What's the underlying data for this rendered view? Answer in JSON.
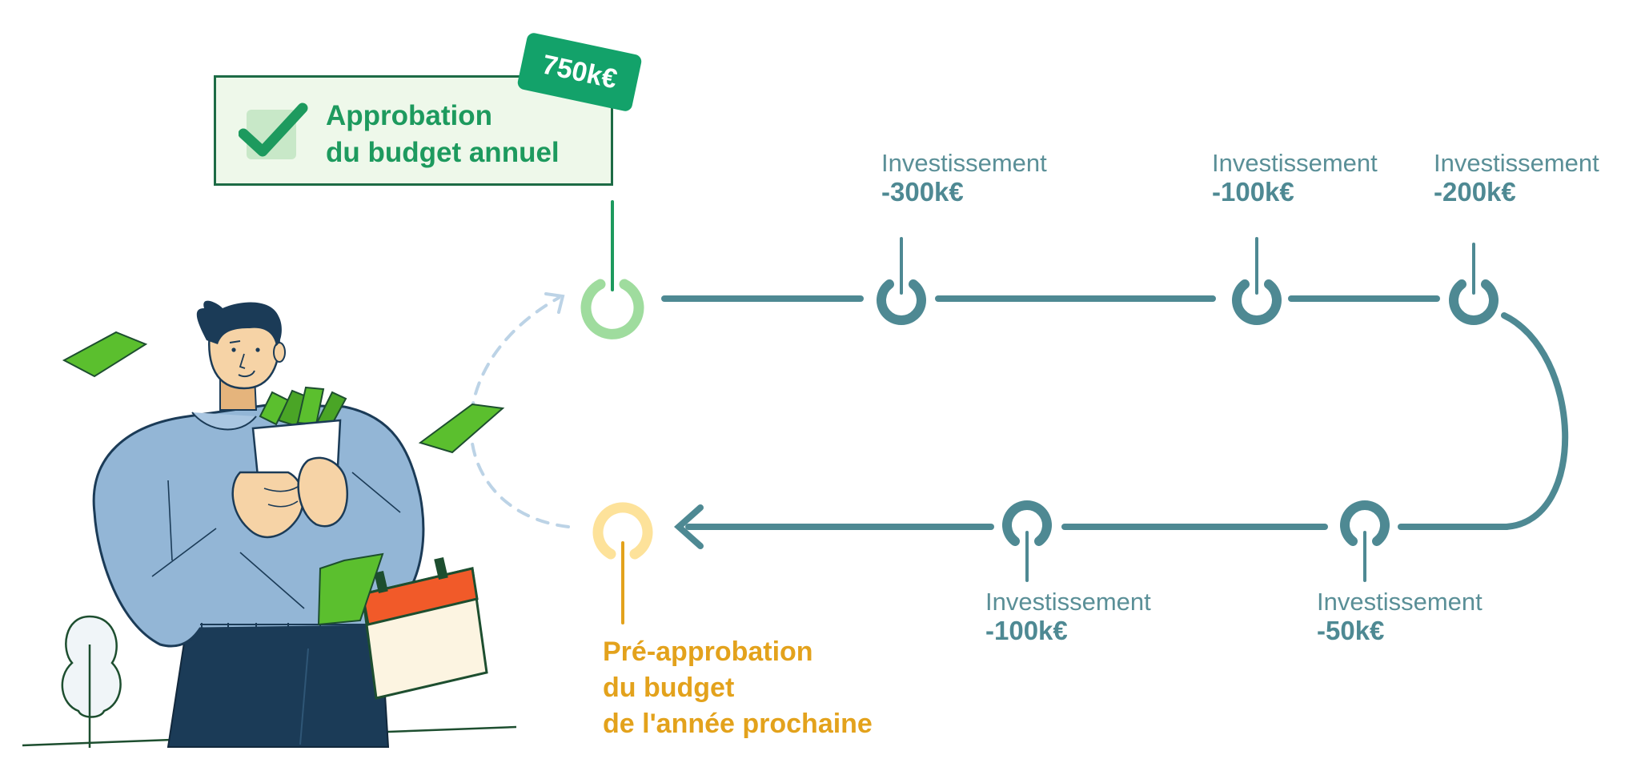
{
  "approval": {
    "badge": "750k€",
    "title_line1": "Approbation",
    "title_line2": "du budget annuel"
  },
  "pre_approval": {
    "line1": "Pré-approbation",
    "line2": "du budget",
    "line3": "de l'année prochaine"
  },
  "investments": [
    {
      "label": "Investissement",
      "amount": "-300k€"
    },
    {
      "label": "Investissement",
      "amount": "-100k€"
    },
    {
      "label": "Investissement",
      "amount": "-200k€"
    },
    {
      "label": "Investissement",
      "amount": "-50k€"
    },
    {
      "label": "Investissement",
      "amount": "-100k€"
    }
  ],
  "colors": {
    "timeline": "#4e8993",
    "approval_green": "#1d9a5e",
    "badge_green": "#13a26a",
    "start_node": "#9fdc9e",
    "end_node": "#fde29a",
    "pre_approval_orange": "#e3a21c",
    "money_green": "#5bbf2e",
    "shirt_blue": "#93b6d6",
    "calendar_red": "#f15a29"
  },
  "icons": {
    "approval_check": "checkmark-icon",
    "calendar": "calendar-icon",
    "banknote": "banknote-icon"
  }
}
